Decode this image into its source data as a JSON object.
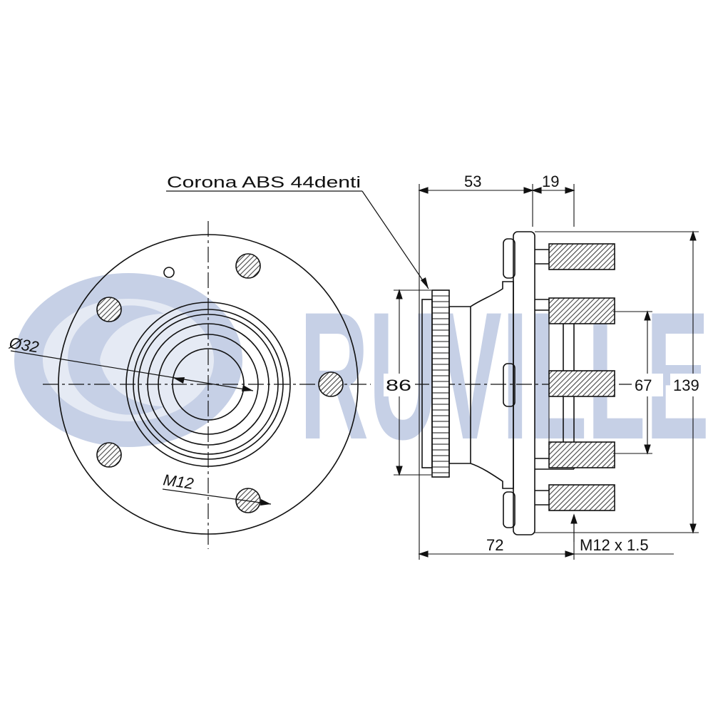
{
  "watermark": {
    "text": "RUVILLE",
    "color": "#c6d0e6"
  },
  "labels": {
    "abs_ring": "Corona ABS 44denti",
    "bore_diameter": "Ø32",
    "stud_thread_front": "M12",
    "stud_thread_side": "M12 x 1.5"
  },
  "dimensions": {
    "width_53": "53",
    "width_19": "19",
    "diameter_86": "86",
    "diameter_67": "67",
    "diameter_139": "139",
    "length_72": "72"
  },
  "colors": {
    "line": "#111111",
    "hatch": "#555555",
    "watermark": "#c6d0e6"
  }
}
